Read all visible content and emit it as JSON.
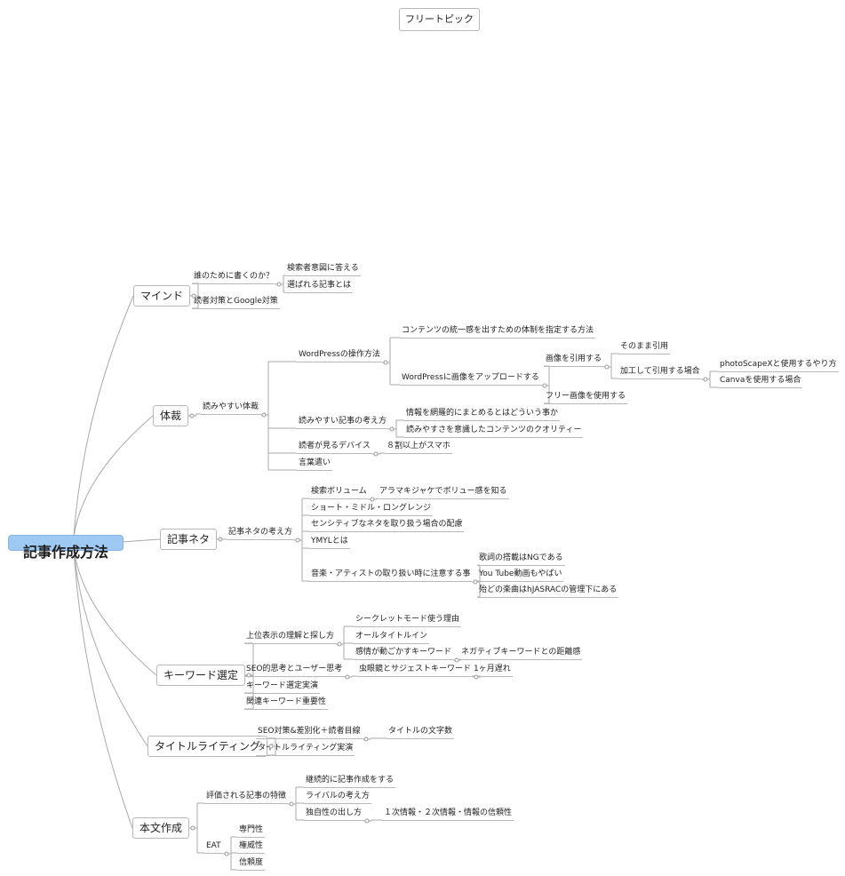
{
  "floating_topic": "フリートピック",
  "root": "記事作成方法",
  "branches": [
    {
      "label": "マインド",
      "children": [
        {
          "label": "誰のために書くのか？",
          "children": [
            {
              "label": "検索者意図に答える"
            },
            {
              "label": "選ばれる記事とは"
            }
          ]
        },
        {
          "label": "読者対策とGoogle対策"
        }
      ]
    },
    {
      "label": "体裁",
      "children": [
        {
          "label": "読みやすい体裁",
          "children": [
            {
              "label": "WordPressの操作方法",
              "children": [
                {
                  "label": "コンテンツの統一感を出すための体制を指定する方法"
                },
                {
                  "label": "WordPressに画像をアップロードする",
                  "children": [
                    {
                      "label": "画像を引用する",
                      "children": [
                        {
                          "label": "そのまま引用"
                        },
                        {
                          "label": "加工して引用する場合",
                          "children": [
                            {
                              "label": "photoScapeXと使用するやり方"
                            },
                            {
                              "label": "Canvaを使用する場合"
                            }
                          ]
                        }
                      ]
                    },
                    {
                      "label": "フリー画像を使用する"
                    }
                  ]
                }
              ]
            },
            {
              "label": "読みやすい記事の考え方",
              "children": [
                {
                  "label": "情報を網羅的にまとめるとはどういう事か"
                },
                {
                  "label": "読みやすさを意識したコンテンツのクオリティー"
                }
              ]
            },
            {
              "label": "読者が見るデバイス",
              "children": [
                {
                  "label": "８割以上がスマホ"
                }
              ]
            },
            {
              "label": "言葉遣い"
            }
          ]
        }
      ]
    },
    {
      "label": "記事ネタ",
      "children": [
        {
          "label": "記事ネタの考え方",
          "children": [
            {
              "label": "検索ボリューム",
              "children": [
                {
                  "label": "アラマキジャケでボリュー感を知る"
                }
              ]
            },
            {
              "label": "ショート・ミドル・ロングレンジ"
            },
            {
              "label": "センシティブなネタを取り扱う場合の配慮"
            },
            {
              "label": "YMYLとは"
            },
            {
              "label": "音楽・アティストの取り扱い時に注意する事",
              "children": [
                {
                  "label": "歌詞の搭載はNGである"
                },
                {
                  "label": "You Tube動画もやばい"
                },
                {
                  "label": "殆どの楽曲はhJASRACの管理下にある"
                }
              ]
            }
          ]
        }
      ]
    },
    {
      "label": "キーワード選定",
      "children": [
        {
          "label": "上位表示の理解と探し方",
          "children": [
            {
              "label": "シークレットモード使う理由"
            },
            {
              "label": "オールタイトルイン"
            },
            {
              "label": "感情が動ごかすキーワード",
              "children": [
                {
                  "label": "ネガティブキーワードとの距離感"
                }
              ]
            }
          ]
        },
        {
          "label": "SEO的思考とユーザー思考",
          "children": [
            {
              "label": "虫眼鏡とサジェストキーワード",
              "children": [
                {
                  "label": "1ヶ月遅れ"
                }
              ]
            }
          ]
        },
        {
          "label": "キーワード選定実演"
        },
        {
          "label": "関連キーワード重要性"
        }
      ]
    },
    {
      "label": "タイトルライティング",
      "children": [
        {
          "label": "SEO対策&差別化＋読者目線",
          "children": [
            {
              "label": "タイトルの文字数"
            }
          ]
        },
        {
          "label": "タイトルライティング実演"
        }
      ]
    },
    {
      "label": "本文作成",
      "children": [
        {
          "label": "評価される記事の特徴",
          "children": [
            {
              "label": "継続的に記事作成をする"
            },
            {
              "label": "ライバルの考え方"
            },
            {
              "label": "独自性の出し方",
              "children": [
                {
                  "label": "１次情報・２次情報・情報の信頼性"
                }
              ]
            }
          ]
        },
        {
          "label": "EAT",
          "children": [
            {
              "label": "専門性"
            },
            {
              "label": "権威性"
            },
            {
              "label": "信頼度"
            }
          ]
        }
      ]
    }
  ]
}
